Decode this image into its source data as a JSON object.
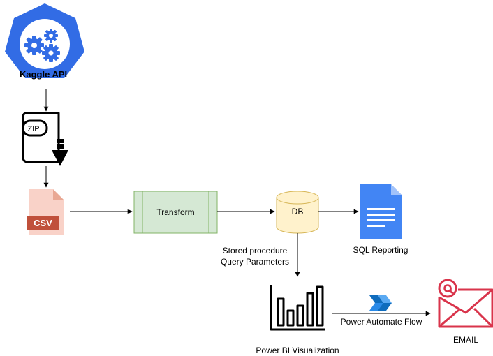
{
  "nodes": {
    "kaggle_api": {
      "label": "Kaggle API",
      "color": "#326ce5"
    },
    "zip": {
      "label": "ZIP"
    },
    "csv": {
      "label": "CSV",
      "color": "#c0503b",
      "page_color": "#f9d2c8"
    },
    "transform": {
      "label": "Transform",
      "fill": "#d5e8d4",
      "stroke": "#82b366"
    },
    "db": {
      "label": "DB",
      "fill": "#fff2cc",
      "stroke": "#d6b656"
    },
    "sql_reporting": {
      "label": "SQL Reporting",
      "color": "#4285f4"
    },
    "power_bi": {
      "label": "Power BI Visualization"
    },
    "email": {
      "label": "EMAIL",
      "color": "#d9344b"
    }
  },
  "edges": {
    "db_to_power_bi": {
      "label_line1": "Stored procedure",
      "label_line2": "Query Parameters"
    },
    "power_bi_to_email": {
      "label": "Power Automate Flow",
      "icon_color": "#0f6cbd"
    }
  }
}
